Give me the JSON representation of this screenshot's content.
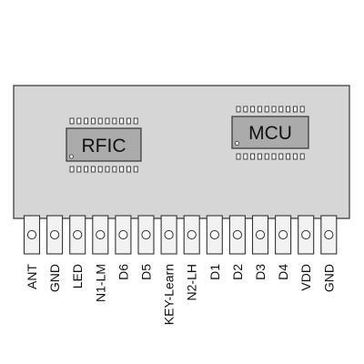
{
  "chips": {
    "rfic": {
      "label": "RFIC"
    },
    "mcu": {
      "label": "MCU"
    }
  },
  "pins": [
    "ANT",
    "GND",
    "LED",
    "N1-LM",
    "D6",
    "D5",
    "KEY-Learn",
    "N2-LH",
    "D1",
    "D2",
    "D3",
    "D4",
    "VDD",
    "GND"
  ],
  "colors": {
    "board": "#d6d6d6",
    "chip": "#ababab",
    "outline": "#333333",
    "pin_tab": "#f2f2f2"
  }
}
